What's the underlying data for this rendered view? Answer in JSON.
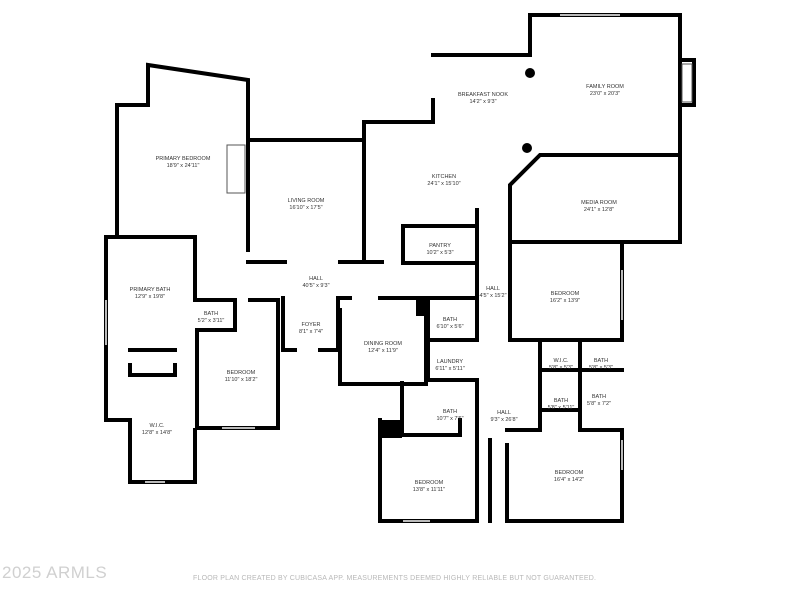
{
  "rooms": [
    {
      "name": "PRIMARY BEDROOM",
      "dims": "18'9\" x 24'11\""
    },
    {
      "name": "LIVING ROOM",
      "dims": "16'10\" x 17'5\""
    },
    {
      "name": "BREAKFAST NOOK",
      "dims": "14'2\" x 9'3\""
    },
    {
      "name": "FAMILY ROOM",
      "dims": "23'0\" x 20'3\""
    },
    {
      "name": "KITCHEN",
      "dims": "24'1\" x 15'10\""
    },
    {
      "name": "MEDIA ROOM",
      "dims": "24'1\" x 12'8\""
    },
    {
      "name": "PANTRY",
      "dims": "10'2\" x 5'3\""
    },
    {
      "name": "HALL",
      "dims": "40'5\" x 9'3\""
    },
    {
      "name": "HALL",
      "dims": "4'5\" x 15'2\""
    },
    {
      "name": "PRIMARY BATH",
      "dims": "12'9\" x 19'8\""
    },
    {
      "name": "BATH",
      "dims": "5'2\" x 3'11\""
    },
    {
      "name": "FOYER",
      "dims": "8'1\" x 7'4\""
    },
    {
      "name": "DINING ROOM",
      "dims": "12'4\" x 11'9\""
    },
    {
      "name": "BATH",
      "dims": "6'10\" x 5'6\""
    },
    {
      "name": "BEDROOM",
      "dims": "16'2\" x 13'9\""
    },
    {
      "name": "BEDROOM",
      "dims": "11'10\" x 18'2\""
    },
    {
      "name": "LAUNDRY",
      "dims": "6'11\" x 5'11\""
    },
    {
      "name": "W.I.C.",
      "dims": "5'8\" x 5'3\""
    },
    {
      "name": "BATH",
      "dims": "5'8\" x 5'3\""
    },
    {
      "name": "BATH",
      "dims": "5'8\" x 5'11\""
    },
    {
      "name": "BATH",
      "dims": "5'8\" x 7'2\""
    },
    {
      "name": "BATH",
      "dims": "10'7\" x 7'6\""
    },
    {
      "name": "HALL",
      "dims": "9'3\" x 26'8\""
    },
    {
      "name": "W.I.C.",
      "dims": "12'8\" x 14'8\""
    },
    {
      "name": "BEDROOM",
      "dims": "13'8\" x 11'11\""
    },
    {
      "name": "BEDROOM",
      "dims": "16'4\" x 14'2\""
    }
  ],
  "watermark": "2025 ARMLS",
  "disclaimer": "FLOOR PLAN CREATED BY CUBICASA APP. MEASUREMENTS DEEMED HIGHLY RELIABLE BUT NOT GUARANTEED.",
  "colors": {
    "wall": "#000000",
    "window": "#bbbbbb",
    "text": "#333333"
  }
}
